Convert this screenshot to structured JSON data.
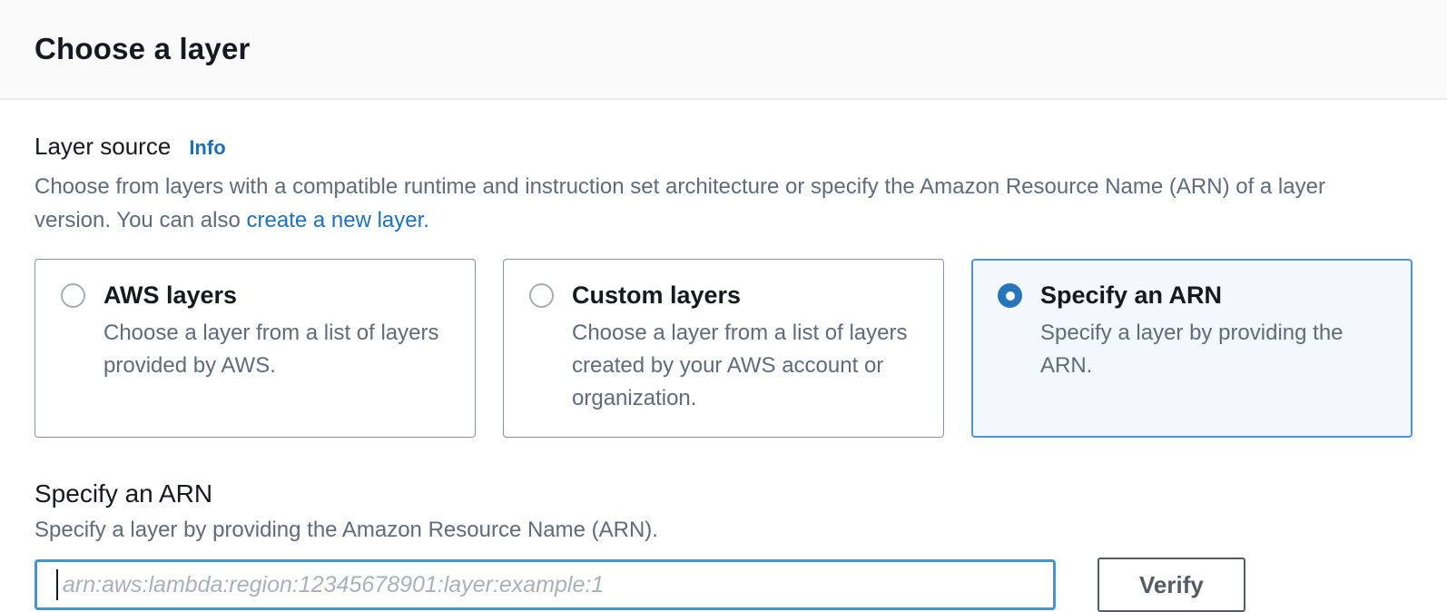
{
  "panel": {
    "title": "Choose a layer"
  },
  "layer_source": {
    "label": "Layer source",
    "info_link": "Info",
    "description_before_link": "Choose from layers with a compatible runtime and instruction set architecture or specify the Amazon Resource Name (ARN) of a layer version. You can also ",
    "create_layer_link": "create a new layer."
  },
  "options": [
    {
      "title": "AWS layers",
      "description": "Choose a layer from a list of layers provided by AWS.",
      "selected": false
    },
    {
      "title": "Custom layers",
      "description": "Choose a layer from a list of layers created by your AWS account or organization.",
      "selected": false
    },
    {
      "title": "Specify an ARN",
      "description": "Specify a layer by providing the ARN.",
      "selected": true
    }
  ],
  "arn_section": {
    "title": "Specify an ARN",
    "description": "Specify a layer by providing the Amazon Resource Name (ARN).",
    "input_value": "",
    "input_placeholder": "arn:aws:lambda:region:12345678901:layer:example:1",
    "verify_button_label": "Verify"
  },
  "colors": {
    "accent_blue": "#2674bb",
    "link_blue": "#1b72bb",
    "selected_tile_border": "#4c95d3",
    "selected_tile_bg": "#f2f8fd",
    "focused_input_border": "#4596c7",
    "button_border": "#545b64",
    "muted_text": "#5f6b7a"
  }
}
